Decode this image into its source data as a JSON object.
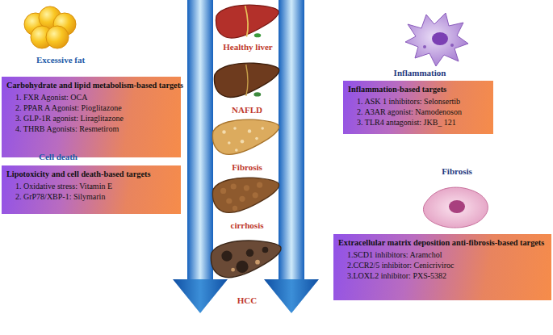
{
  "diagram": {
    "nodes": [
      {
        "text": [
          "Carbohydrate and lipid metabolism-based targets",
          "1. FXR Agonist: OCA",
          "2. PPAR A Agonist: Pioglitazone",
          "3. GLP-1R agonist: Liraglitazone",
          "4. THRB Agonists: Resmetirom"
        ]
      },
      {
        "text": [
          "Inflammation-based targets",
          "1. ASK 1 inhibitors: Selonsertib",
          "2. A3AR agonist: Namodenoson",
          "3. TLR4 antagonist: JKB_ 121"
        ]
      },
      {
        "text": [
          "Lipotoxicity and cell death-based targets",
          "1. Oxidative stress: Vitamin E",
          "2. GrP78/XBP-1: Silymarin"
        ]
      },
      {
        "text": [
          "Extracellular matrix deposition anti-fibrosis-based targets",
          "1.SCD1 inhibitors: Aramchol",
          "2.CCR2/5 inhibitor: Cenicriviroc",
          "3.LOXL2 inhibitor: PXS-5382"
        ]
      }
    ],
    "labels": [
      "Excessive fat",
      "Healthy liver",
      "Inflammation",
      "NAFLD",
      "Fibrosis",
      "Cell death",
      "Fibrosis",
      "cirrhosis",
      "HCC"
    ]
  }
}
